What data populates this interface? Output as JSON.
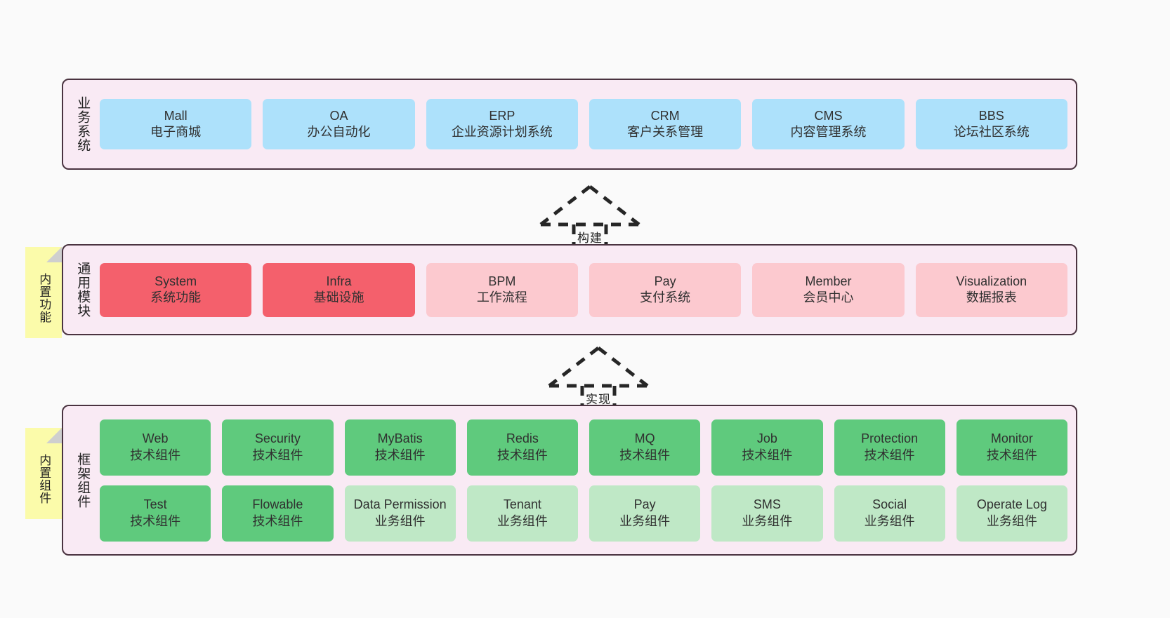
{
  "theme": {
    "page_background": "#fafafa",
    "layer_background": "#f9eaf4",
    "layer_border": "#4a3340",
    "sticky_background": "#fbfbaa",
    "sticky_fold": "#cfcfcf",
    "color_blue": "#ade1fb",
    "color_red": "#f4606c",
    "color_pink": "#fcc9cf",
    "color_green": "#5fca7d",
    "color_light_green": "#bfe8c6"
  },
  "layers": [
    {
      "id": "business",
      "title": "业务系统",
      "rows": [
        [
          {
            "title": "Mall",
            "sub": "电子商城",
            "color": "c-blue"
          },
          {
            "title": "OA",
            "sub": "办公自动化",
            "color": "c-blue"
          },
          {
            "title": "ERP",
            "sub": "企业资源计划系统",
            "color": "c-blue"
          },
          {
            "title": "CRM",
            "sub": "客户关系管理",
            "color": "c-blue"
          },
          {
            "title": "CMS",
            "sub": "内容管理系统",
            "color": "c-blue"
          },
          {
            "title": "BBS",
            "sub": "论坛社区系统",
            "color": "c-blue"
          }
        ]
      ]
    },
    {
      "id": "common",
      "title": "通用模块",
      "rows": [
        [
          {
            "title": "System",
            "sub": "系统功能",
            "color": "c-red"
          },
          {
            "title": "Infra",
            "sub": "基础设施",
            "color": "c-red"
          },
          {
            "title": "BPM",
            "sub": "工作流程",
            "color": "c-pink"
          },
          {
            "title": "Pay",
            "sub": "支付系统",
            "color": "c-pink"
          },
          {
            "title": "Member",
            "sub": "会员中心",
            "color": "c-pink"
          },
          {
            "title": "Visualization",
            "sub": "数据报表",
            "color": "c-pink"
          }
        ]
      ]
    },
    {
      "id": "framework",
      "title": "框架组件",
      "rows": [
        [
          {
            "title": "Web",
            "sub": "技术组件",
            "color": "c-green"
          },
          {
            "title": "Security",
            "sub": "技术组件",
            "color": "c-green"
          },
          {
            "title": "MyBatis",
            "sub": "技术组件",
            "color": "c-green"
          },
          {
            "title": "Redis",
            "sub": "技术组件",
            "color": "c-green"
          },
          {
            "title": "MQ",
            "sub": "技术组件",
            "color": "c-green"
          },
          {
            "title": "Job",
            "sub": "技术组件",
            "color": "c-green"
          },
          {
            "title": "Protection",
            "sub": "技术组件",
            "color": "c-green"
          },
          {
            "title": "Monitor",
            "sub": "技术组件",
            "color": "c-green"
          }
        ],
        [
          {
            "title": "Test",
            "sub": "技术组件",
            "color": "c-green"
          },
          {
            "title": "Flowable",
            "sub": "技术组件",
            "color": "c-green"
          },
          {
            "title": "Data Permission",
            "sub": "业务组件",
            "color": "c-lightgrn"
          },
          {
            "title": "Tenant",
            "sub": "业务组件",
            "color": "c-lightgrn"
          },
          {
            "title": "Pay",
            "sub": "业务组件",
            "color": "c-lightgrn"
          },
          {
            "title": "SMS",
            "sub": "业务组件",
            "color": "c-lightgrn"
          },
          {
            "title": "Social",
            "sub": "业务组件",
            "color": "c-lightgrn"
          },
          {
            "title": "Operate Log",
            "sub": "业务组件",
            "color": "c-lightgrn"
          }
        ]
      ]
    }
  ],
  "sticky_notes": [
    {
      "id": "common",
      "text": "内置功能"
    },
    {
      "id": "framework",
      "text": "内置组件"
    }
  ],
  "arrows": [
    {
      "id": "build",
      "label": "构建"
    },
    {
      "id": "implement",
      "label": "实现"
    }
  ]
}
